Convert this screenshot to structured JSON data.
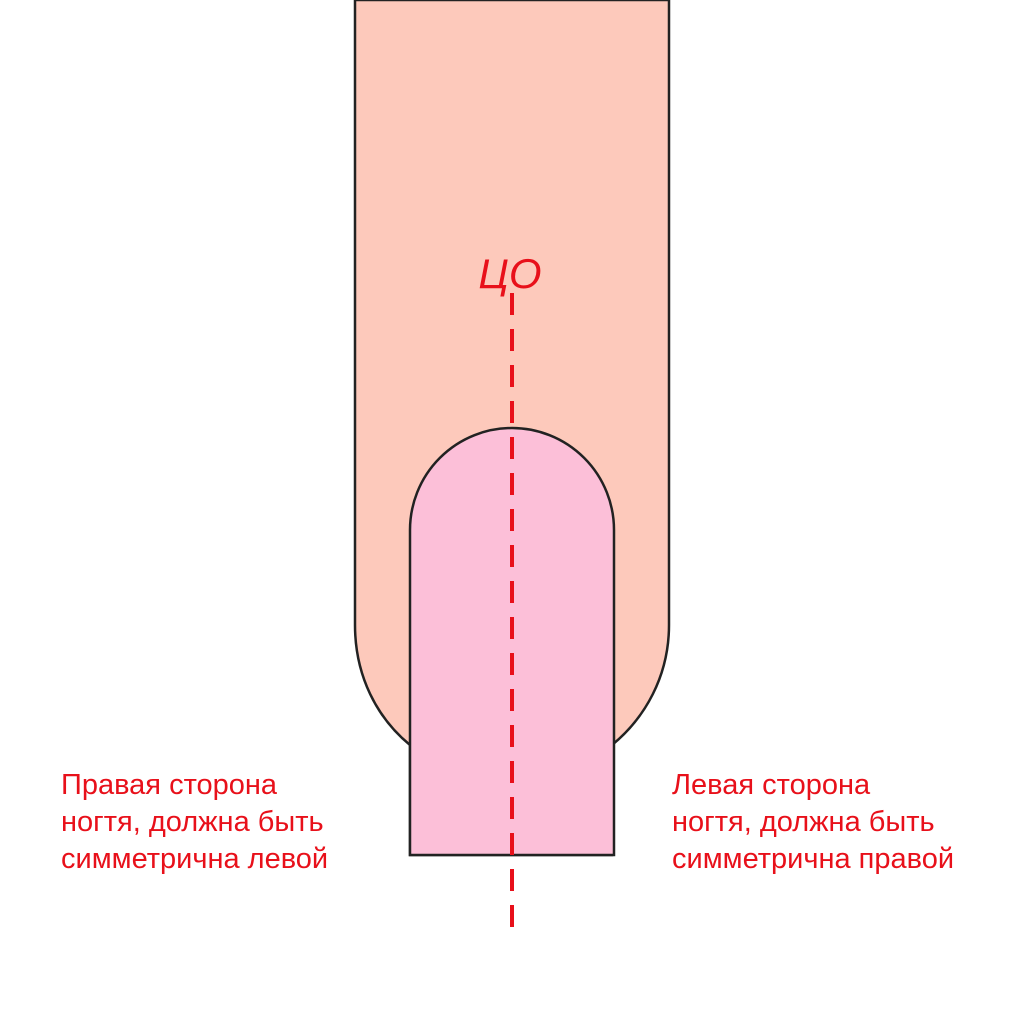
{
  "diagram": {
    "center_line_label": "ЦО",
    "right_side_label": [
      "Правая сторона",
      "ногтя, должна быть",
      "симметрична левой"
    ],
    "left_side_label": [
      "Левая сторона",
      "ногтя, должна быть",
      "симметрична правой"
    ]
  },
  "colors": {
    "finger_fill": "#FDC9BB",
    "nail_fill": "#FCBFD8",
    "outline": "#222222",
    "accent_red": "#E8101A",
    "background": "#FFFFFF"
  }
}
